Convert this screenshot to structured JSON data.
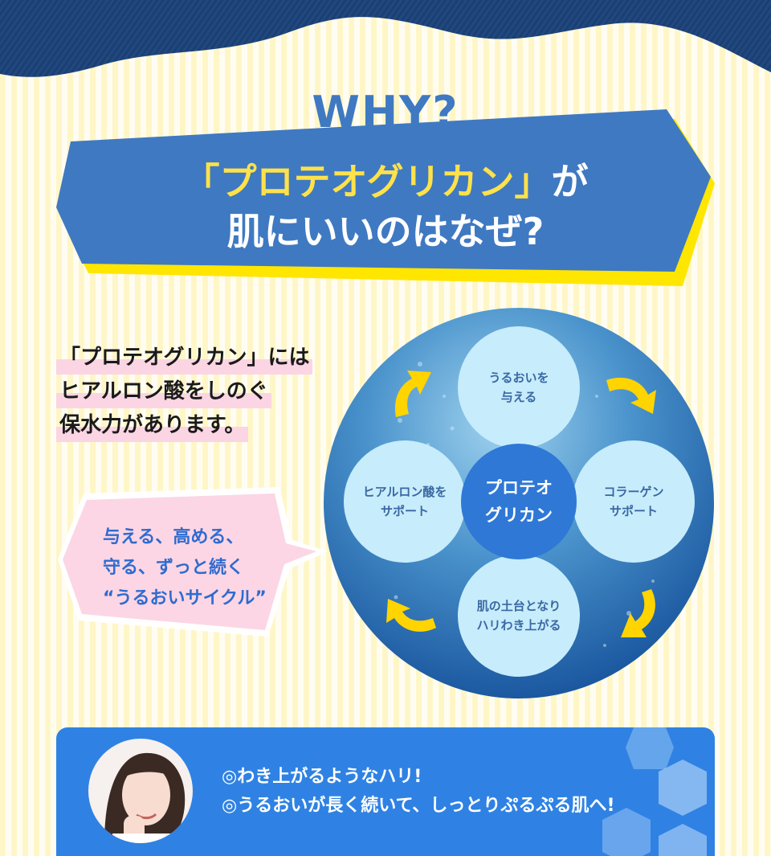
{
  "header": {
    "why_title": "WHY?"
  },
  "banner": {
    "quoted_name": "「プロテオグリカン」",
    "suffix": "が",
    "line2": "肌にいいのはなぜ?"
  },
  "intro": {
    "lines": [
      "「プロテオグリカン」には",
      "ヒアルロン酸をしのぐ",
      "保水力があります。"
    ]
  },
  "bubble": {
    "lines": [
      "与える、高める、",
      "守る、ずっと続く",
      "“うるおいサイクル”"
    ]
  },
  "cycle": {
    "center": [
      "プロテオ",
      "グリカン"
    ],
    "top": [
      "うるおいを",
      "与える"
    ],
    "right": [
      "コラーゲン",
      "サポート"
    ],
    "bottom": [
      "肌の土台となり",
      "ハリわき上がる"
    ],
    "left": [
      "ヒアルロン酸を",
      "サポート"
    ]
  },
  "benefits": {
    "lines": [
      "◎わき上がるようなハリ!",
      "◎うるおいが長く続いて、しっとりぷるぷる肌へ!"
    ]
  },
  "colors": {
    "banner_blue": "#3f79c2",
    "banner_shadow_yellow": "#ffe600",
    "accent_yellow": "#ffe14a",
    "bubble_pink": "#fcd6e4",
    "bubble_text": "#2f6bd0",
    "panel_blue": "#2f82e3"
  }
}
